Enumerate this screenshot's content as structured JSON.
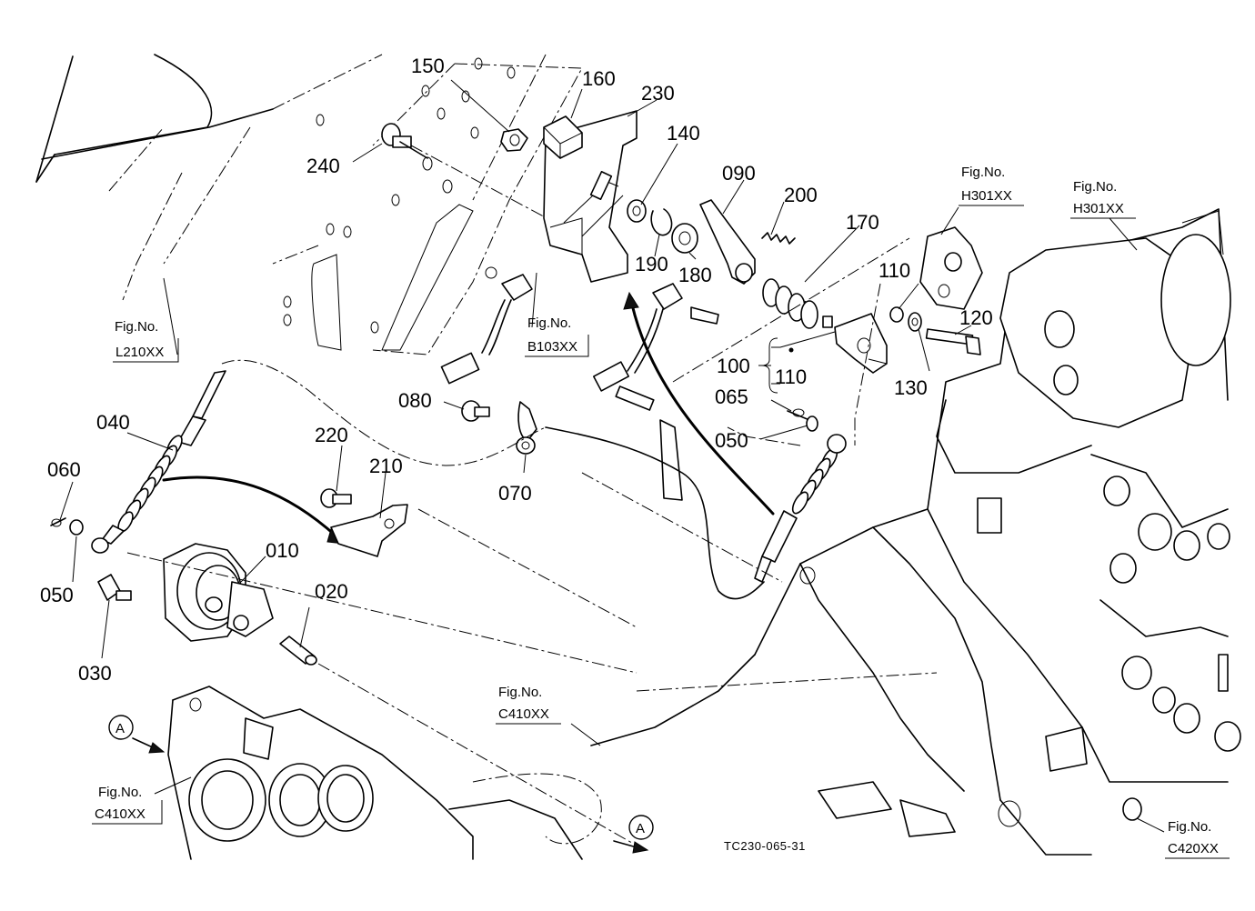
{
  "part_labels": {
    "p010": "010",
    "p020": "020",
    "p030": "030",
    "p040": "040",
    "p050a": "050",
    "p050b": "050",
    "p060": "060",
    "p065": "065",
    "p070": "070",
    "p080": "080",
    "p090": "090",
    "p100": "100",
    "p110a": "110",
    "p110b": "110",
    "p120": "120",
    "p130": "130",
    "p140": "140",
    "p150": "150",
    "p160": "160",
    "p170": "170",
    "p180": "180",
    "p190": "190",
    "p200": "200",
    "p210": "210",
    "p220": "220",
    "p230": "230",
    "p240": "240"
  },
  "figure_refs": {
    "fig_no": "Fig.No.",
    "l210": "L210XX",
    "b103": "B103XX",
    "h301a": "H301XX",
    "h301b": "H301XX",
    "c410a": "C410XX",
    "c410b": "C410XX",
    "c420": "C420XX"
  },
  "section_markers": {
    "a1": "A",
    "a2": "A"
  },
  "drawing_code": "TC230-065-31"
}
